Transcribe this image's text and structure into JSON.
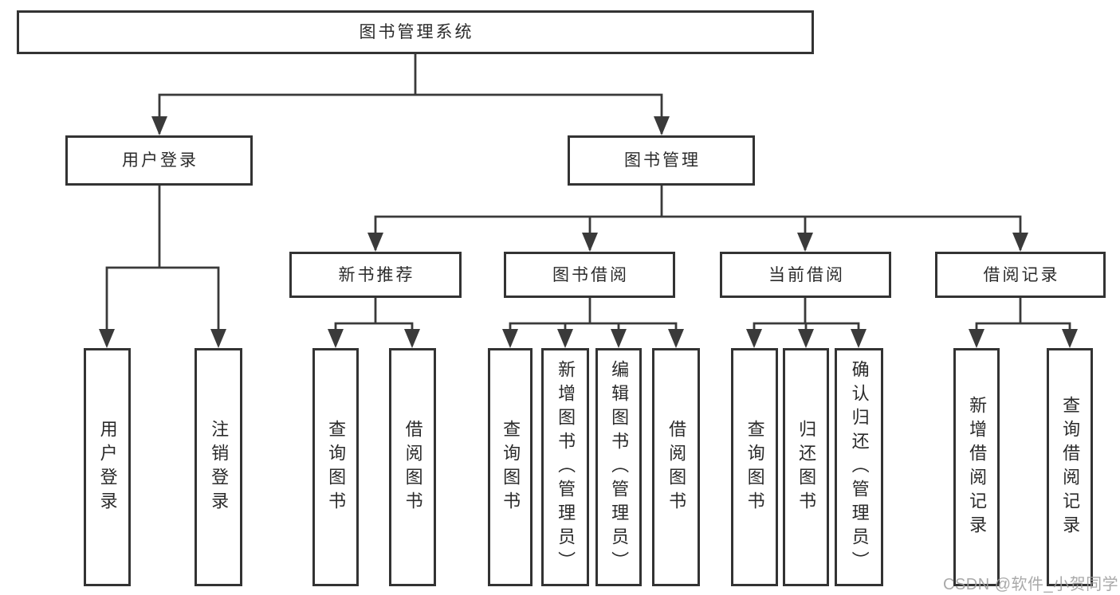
{
  "diagram": {
    "title": "图书管理系统",
    "branches": [
      {
        "label": "用户登录",
        "children": [
          {
            "label": "用户登录"
          },
          {
            "label": "注销登录"
          }
        ]
      },
      {
        "label": "图书管理",
        "sections": [
          {
            "label": "新书推荐",
            "children": [
              {
                "label": "查询图书"
              },
              {
                "label": "借阅图书"
              }
            ]
          },
          {
            "label": "图书借阅",
            "children": [
              {
                "label": "查询图书"
              },
              {
                "label": "新增图书（管理员）"
              },
              {
                "label": "编辑图书（管理员）"
              },
              {
                "label": "借阅图书"
              }
            ]
          },
          {
            "label": "当前借阅",
            "children": [
              {
                "label": "查询图书"
              },
              {
                "label": "归还图书"
              },
              {
                "label": "确认归还（管理员）"
              }
            ]
          },
          {
            "label": "借阅记录",
            "children": [
              {
                "label": "新增借阅记录"
              },
              {
                "label": "查询借阅记录"
              }
            ]
          }
        ]
      }
    ]
  },
  "watermark": {
    "text": "CSDN @软件_小贺同学"
  },
  "colors": {
    "line": "#3a3a3a",
    "border": "#333333",
    "text": "#2b2b2b",
    "watermark": "#9e9e9e",
    "background": "#ffffff"
  }
}
